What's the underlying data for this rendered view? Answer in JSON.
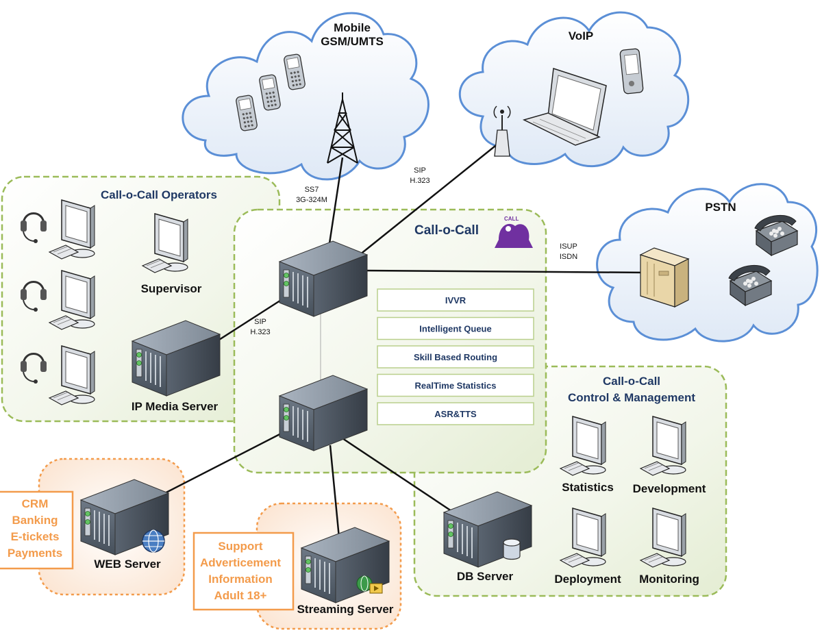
{
  "clouds": {
    "mobile": "Mobile\nGSM/UMTS",
    "voip": "VoIP",
    "pstn": "PSTN"
  },
  "groups": {
    "operators": "Call-o-Call Operators",
    "core": "Call-o-Call",
    "control": "Call-o-Call\nControl & Management"
  },
  "logo_text": "CALL",
  "links": {
    "mobile": "SS7\n3G-324M",
    "voip": "SIP\nH.323",
    "pstn": "ISUP\nISDN",
    "media": "SIP\nH.323"
  },
  "features": [
    "IVVR",
    "Intelligent Queue",
    "Skill Based Routing",
    "RealTime Statistics",
    "ASR&TTS"
  ],
  "nodes": {
    "supervisor": "Supervisor",
    "ip_media_server": "IP Media Server",
    "web_server": "WEB Server",
    "streaming_server": "Streaming Server",
    "db_server": "DB Server",
    "statistics": "Statistics",
    "development": "Development",
    "deployment": "Deployment",
    "monitoring": "Monitoring"
  },
  "web_apps": "CRM\nBanking\nE-tickets\nPayments",
  "streaming_apps": "Support\nAdverticement\nInformation\nAdult 18+",
  "colors": {
    "navy": "#1f3864",
    "orange": "#f39b4b",
    "cloud_stroke": "#5b8fd6",
    "green_dash": "#9bbb59"
  }
}
